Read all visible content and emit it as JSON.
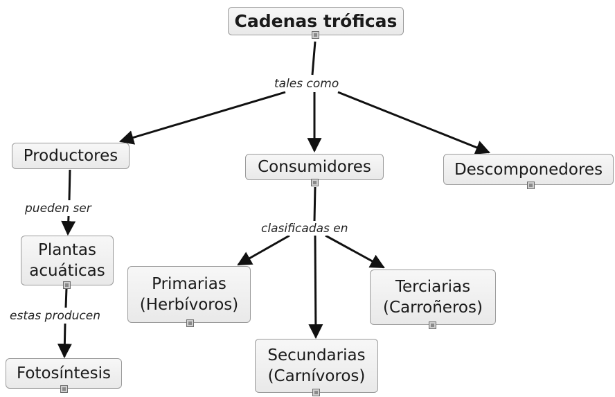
{
  "concepts": {
    "root": "Cadenas tróficas",
    "productores": "Productores",
    "consumidores": "Consumidores",
    "descomponedores": "Descomponedores",
    "plantas": "Plantas\nacuáticas",
    "fotosintesis": "Fotosíntesis",
    "primarias": "Primarias\n(Herbívoros)",
    "secundarias": "Secundarias\n(Carnívoros)",
    "terciarias": "Terciarias\n(Carroñeros)"
  },
  "links": {
    "tales_como": "tales como",
    "pueden_ser": "pueden ser",
    "estas_producen": "estas producen",
    "clasificadas_en": "clasificadas en"
  },
  "resource_icon": "image-resource-icon"
}
